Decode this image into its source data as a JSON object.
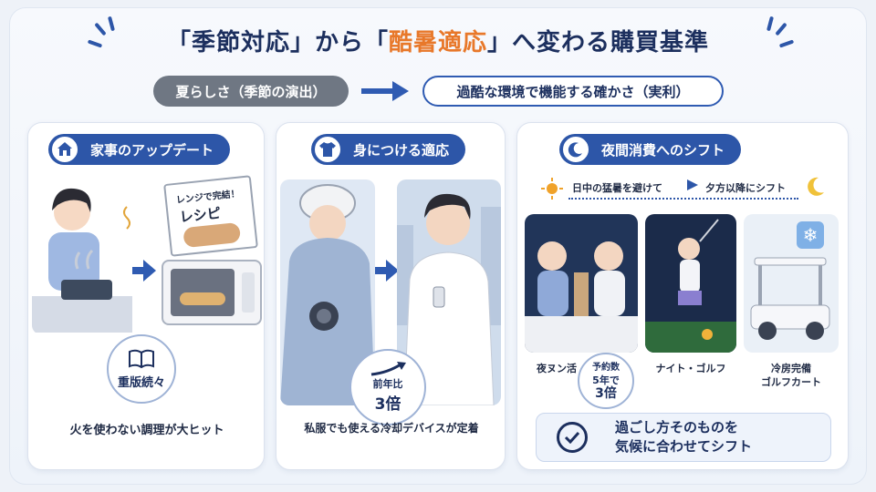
{
  "header": {
    "title_prefix": "「季節対応」から「",
    "title_highlight": "酷暑適応",
    "title_suffix": "」へ変わる購買基準"
  },
  "comparison": {
    "old": "夏らしさ（季節の演出）",
    "new": "過酷な環境で機能する確かさ（実利）"
  },
  "panels": [
    {
      "title": "家事のアップデート",
      "icon": "house-icon",
      "book_label_line1": "レンジで完結！",
      "book_label_line2": "レシピ",
      "badge": "重版続々",
      "caption": "火を使わない調理が大ヒット"
    },
    {
      "title": "身につける適応",
      "icon": "tshirt-icon",
      "badge_line1": "前年比",
      "badge_line2": "3倍",
      "caption": "私服でも使える冷却デバイスが定着"
    },
    {
      "title": "夜間消費へのシフト",
      "icon": "moon-icon",
      "timeline_left": "日中の猛暑を避けて",
      "timeline_right": "夕方以降にシフト",
      "scene_labels": [
        "夜ヌン活",
        "ナイト・ゴルフ",
        "冷房完備\nゴルフカート"
      ],
      "badge_line1": "予約数",
      "badge_line2": "5年で",
      "badge_line3": "3倍",
      "conclusion_line1": "過ごし方そのものを",
      "conclusion_line2": "気候に合わせてシフト"
    }
  ],
  "colors": {
    "navy": "#1c2f5e",
    "accent_orange": "#e8782a",
    "blue": "#2d56a8",
    "gray_pill": "#6f7783"
  }
}
